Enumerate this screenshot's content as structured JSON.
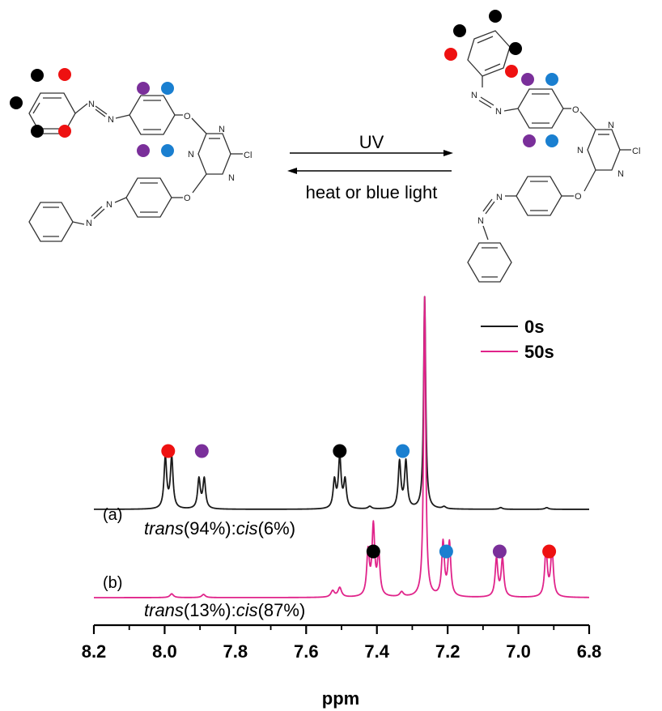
{
  "scheme": {
    "arrow_forward_label": "UV",
    "arrow_back_label": "heat or blue light",
    "atoms": {
      "N": "N",
      "O": "O",
      "Cl": "Cl"
    },
    "marker_colors": {
      "black": "#000000",
      "red": "#ee1111",
      "purple": "#7a2f9a",
      "blue": "#1a7fd0"
    }
  },
  "chart_data": {
    "type": "line",
    "xlabel": "ppm",
    "xlim": [
      8.2,
      6.8
    ],
    "x_ticks": [
      "8.2",
      "8.0",
      "7.8",
      "7.6",
      "7.4",
      "7.2",
      "7.0",
      "6.8"
    ],
    "x_tick_values": [
      8.2,
      8.0,
      7.8,
      7.6,
      7.4,
      7.2,
      7.0,
      6.8
    ],
    "x_reversed": true,
    "legend": {
      "placement": "top-right",
      "entries": [
        "0s",
        "50s"
      ]
    },
    "series": [
      {
        "name": "0s",
        "trace_label": "(a)",
        "ratio_text_parts": [
          "trans",
          "(94%):",
          "cis",
          "(6%)"
        ],
        "color": "#1a1a1a",
        "peaks": [
          {
            "ppm": 7.998,
            "height": 0.24,
            "width": 0.0045
          },
          {
            "ppm": 7.98,
            "height": 0.24,
            "width": 0.0045
          },
          {
            "ppm": 7.903,
            "height": 0.14,
            "width": 0.0045
          },
          {
            "ppm": 7.888,
            "height": 0.14,
            "width": 0.0045
          },
          {
            "ppm": 7.52,
            "height": 0.13,
            "width": 0.0045
          },
          {
            "ppm": 7.505,
            "height": 0.24,
            "width": 0.0045
          },
          {
            "ppm": 7.49,
            "height": 0.13,
            "width": 0.0045
          },
          {
            "ppm": 7.336,
            "height": 0.22,
            "width": 0.0045
          },
          {
            "ppm": 7.318,
            "height": 0.22,
            "width": 0.0045
          },
          {
            "ppm": 7.265,
            "height": 1.0,
            "width": 0.0035
          },
          {
            "ppm": 7.42,
            "height": 0.012,
            "width": 0.006
          },
          {
            "ppm": 7.21,
            "height": 0.01,
            "width": 0.006
          },
          {
            "ppm": 7.05,
            "height": 0.008,
            "width": 0.006
          },
          {
            "ppm": 6.92,
            "height": 0.008,
            "width": 0.006
          }
        ],
        "markers": [
          {
            "ppm": 7.99,
            "color": "red"
          },
          {
            "ppm": 7.895,
            "color": "purple"
          },
          {
            "ppm": 7.505,
            "color": "black"
          },
          {
            "ppm": 7.327,
            "color": "blue"
          }
        ]
      },
      {
        "name": "50s",
        "trace_label": "(b)",
        "ratio_text_parts": [
          "trans",
          "(13%):",
          "cis",
          "(87%)"
        ],
        "color": "#e0238a",
        "peaks": [
          {
            "ppm": 7.425,
            "height": 0.14,
            "width": 0.0045
          },
          {
            "ppm": 7.41,
            "height": 0.22,
            "width": 0.0045
          },
          {
            "ppm": 7.395,
            "height": 0.13,
            "width": 0.0045
          },
          {
            "ppm": 7.213,
            "height": 0.17,
            "width": 0.0045
          },
          {
            "ppm": 7.195,
            "height": 0.17,
            "width": 0.0045
          },
          {
            "ppm": 7.062,
            "height": 0.12,
            "width": 0.0045
          },
          {
            "ppm": 7.045,
            "height": 0.12,
            "width": 0.0045
          },
          {
            "ppm": 6.922,
            "height": 0.15,
            "width": 0.0045
          },
          {
            "ppm": 6.905,
            "height": 0.15,
            "width": 0.0045
          },
          {
            "ppm": 7.265,
            "height": 0.95,
            "width": 0.0035
          },
          {
            "ppm": 7.98,
            "height": 0.012,
            "width": 0.006
          },
          {
            "ppm": 7.89,
            "height": 0.01,
            "width": 0.006
          },
          {
            "ppm": 7.525,
            "height": 0.02,
            "width": 0.006
          },
          {
            "ppm": 7.505,
            "height": 0.03,
            "width": 0.006
          },
          {
            "ppm": 7.33,
            "height": 0.015,
            "width": 0.006
          }
        ],
        "markers": [
          {
            "ppm": 7.41,
            "color": "black"
          },
          {
            "ppm": 7.204,
            "color": "blue"
          },
          {
            "ppm": 7.053,
            "color": "purple"
          },
          {
            "ppm": 6.913,
            "color": "red"
          }
        ]
      }
    ]
  }
}
